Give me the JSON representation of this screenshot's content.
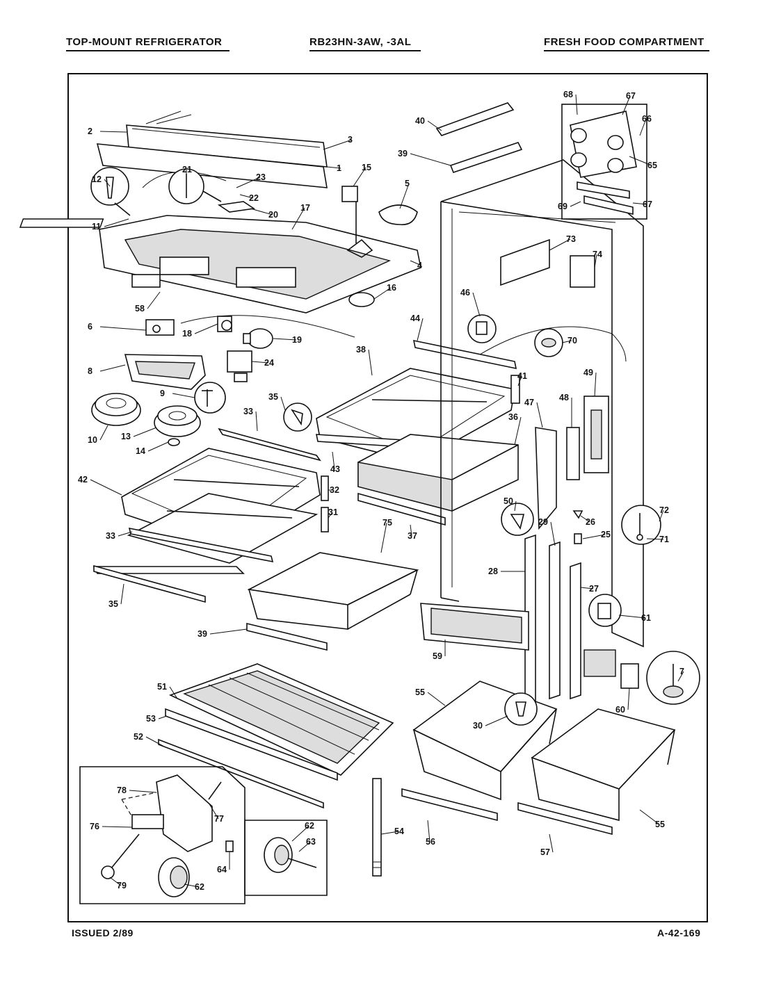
{
  "header": {
    "left": "TOP-MOUNT REFRIGERATOR",
    "center": "RB23HN-3AW, -3AL",
    "right": "FRESH FOOD COMPARTMENT"
  },
  "footer": {
    "left": "ISSUED 2/89",
    "right": "A-42-169"
  },
  "callouts": [
    "1",
    "2",
    "3",
    "4",
    "5",
    "6",
    "7",
    "8",
    "9",
    "10",
    "11",
    "12",
    "13",
    "14",
    "15",
    "16",
    "17",
    "18",
    "19",
    "20",
    "21",
    "22",
    "23",
    "24",
    "25",
    "26",
    "27",
    "28",
    "29",
    "30",
    "31",
    "32",
    "33",
    "33",
    "35",
    "35",
    "36",
    "37",
    "38",
    "39",
    "39",
    "40",
    "41",
    "42",
    "43",
    "44",
    "46",
    "47",
    "48",
    "49",
    "50",
    "51",
    "52",
    "53",
    "54",
    "55",
    "55",
    "56",
    "57",
    "58",
    "59",
    "60",
    "61",
    "62",
    "62",
    "63",
    "64",
    "65",
    "66",
    "67",
    "67",
    "68",
    "69",
    "70",
    "71",
    "72",
    "73",
    "74",
    "75",
    "76",
    "77",
    "78",
    "79"
  ]
}
